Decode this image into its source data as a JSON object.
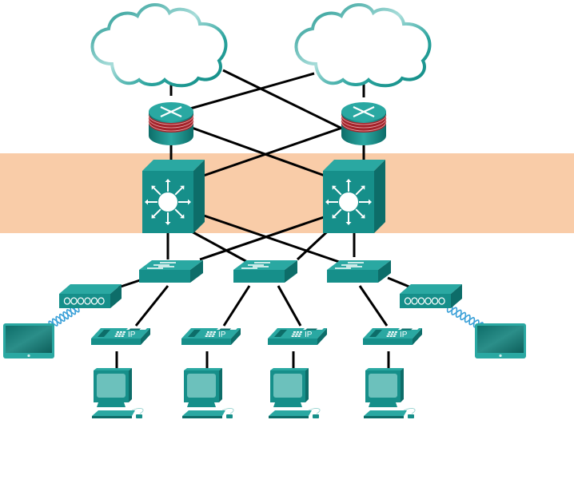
{
  "diagram": {
    "title": "",
    "colors": {
      "band": "#f9cca8",
      "device_teal": "#168f8a",
      "device_dark": "#0d6d69",
      "device_light": "#2aa8a2",
      "cloud_stroke": "#1a9a94",
      "cloud_stroke_light": "#a8dcd9",
      "firewall_brick": "#a3232b",
      "link": "#000000",
      "wireless": "#3aa0d8"
    },
    "layers": [
      {
        "id": "internet",
        "label": ""
      },
      {
        "id": "edge-routers",
        "label": ""
      },
      {
        "id": "distribution",
        "label": "",
        "highlighted": true
      },
      {
        "id": "access",
        "label": ""
      },
      {
        "id": "endpoints",
        "label": ""
      }
    ],
    "nodes": [
      {
        "id": "cloud-1",
        "type": "cloud"
      },
      {
        "id": "cloud-2",
        "type": "cloud"
      },
      {
        "id": "router-1",
        "type": "firewall-router"
      },
      {
        "id": "router-2",
        "type": "firewall-router"
      },
      {
        "id": "mlswitch-1",
        "type": "multilayer-switch"
      },
      {
        "id": "mlswitch-2",
        "type": "multilayer-switch"
      },
      {
        "id": "switch-1",
        "type": "switch"
      },
      {
        "id": "switch-2",
        "type": "switch"
      },
      {
        "id": "switch-3",
        "type": "switch"
      },
      {
        "id": "ap-1",
        "type": "wireless-access-point"
      },
      {
        "id": "ap-2",
        "type": "wireless-access-point"
      },
      {
        "id": "tablet-1",
        "type": "tablet"
      },
      {
        "id": "tablet-2",
        "type": "tablet"
      },
      {
        "id": "phone-1",
        "type": "ip-phone",
        "label": "IP"
      },
      {
        "id": "phone-2",
        "type": "ip-phone",
        "label": "IP"
      },
      {
        "id": "phone-3",
        "type": "ip-phone",
        "label": "IP"
      },
      {
        "id": "phone-4",
        "type": "ip-phone",
        "label": "IP"
      },
      {
        "id": "pc-1",
        "type": "pc"
      },
      {
        "id": "pc-2",
        "type": "pc"
      },
      {
        "id": "pc-3",
        "type": "pc"
      },
      {
        "id": "pc-4",
        "type": "pc"
      }
    ],
    "links": [
      {
        "from": "cloud-1",
        "to": "router-1",
        "kind": "wired"
      },
      {
        "from": "cloud-1",
        "to": "router-2",
        "kind": "wired"
      },
      {
        "from": "cloud-2",
        "to": "router-1",
        "kind": "wired"
      },
      {
        "from": "cloud-2",
        "to": "router-2",
        "kind": "wired"
      },
      {
        "from": "router-1",
        "to": "mlswitch-1",
        "kind": "wired"
      },
      {
        "from": "router-1",
        "to": "mlswitch-2",
        "kind": "wired"
      },
      {
        "from": "router-2",
        "to": "mlswitch-1",
        "kind": "wired"
      },
      {
        "from": "router-2",
        "to": "mlswitch-2",
        "kind": "wired"
      },
      {
        "from": "mlswitch-1",
        "to": "switch-1",
        "kind": "wired"
      },
      {
        "from": "mlswitch-1",
        "to": "switch-2",
        "kind": "wired"
      },
      {
        "from": "mlswitch-1",
        "to": "switch-3",
        "kind": "wired"
      },
      {
        "from": "mlswitch-2",
        "to": "switch-1",
        "kind": "wired"
      },
      {
        "from": "mlswitch-2",
        "to": "switch-2",
        "kind": "wired"
      },
      {
        "from": "mlswitch-2",
        "to": "switch-3",
        "kind": "wired"
      },
      {
        "from": "switch-1",
        "to": "ap-1",
        "kind": "wired"
      },
      {
        "from": "switch-1",
        "to": "phone-1",
        "kind": "wired"
      },
      {
        "from": "switch-2",
        "to": "phone-2",
        "kind": "wired"
      },
      {
        "from": "switch-2",
        "to": "phone-3",
        "kind": "wired"
      },
      {
        "from": "switch-3",
        "to": "phone-4",
        "kind": "wired"
      },
      {
        "from": "switch-3",
        "to": "ap-2",
        "kind": "wired"
      },
      {
        "from": "ap-1",
        "to": "tablet-1",
        "kind": "wireless"
      },
      {
        "from": "ap-2",
        "to": "tablet-2",
        "kind": "wireless"
      },
      {
        "from": "phone-1",
        "to": "pc-1",
        "kind": "wired"
      },
      {
        "from": "phone-2",
        "to": "pc-2",
        "kind": "wired"
      },
      {
        "from": "phone-3",
        "to": "pc-3",
        "kind": "wired"
      },
      {
        "from": "phone-4",
        "to": "pc-4",
        "kind": "wired"
      }
    ]
  }
}
